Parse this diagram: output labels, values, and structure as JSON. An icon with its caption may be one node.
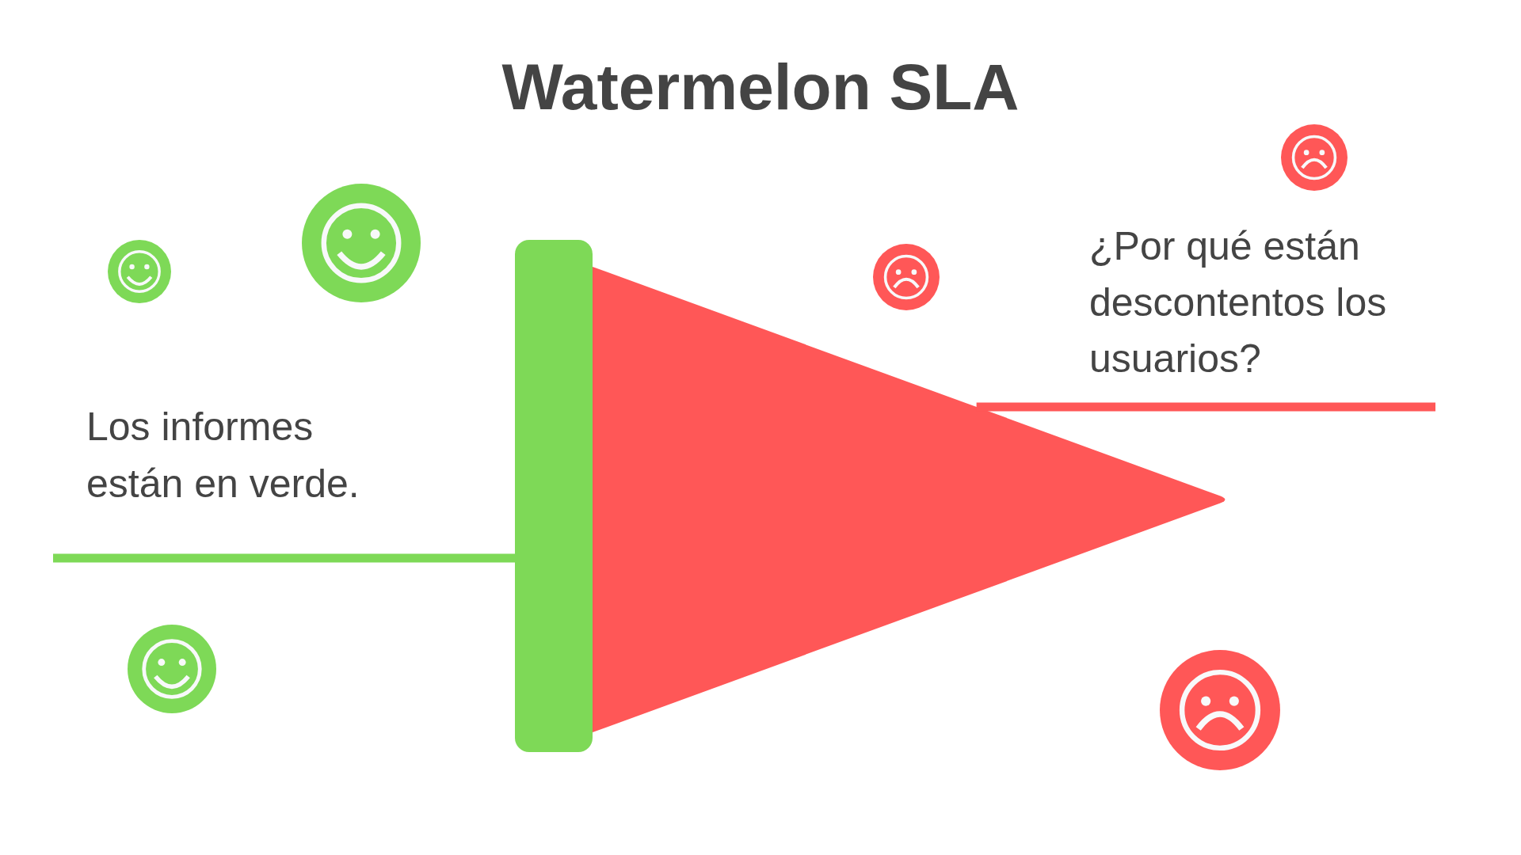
{
  "diagram": {
    "title": "Watermelon SLA",
    "nodes": [
      {
        "text": [
          "Los informes están en verde."
        ]
      },
      {
        "text": [],
        "shape": "bar"
      },
      {
        "text": [],
        "shape": "triangle"
      },
      {
        "text": [
          "¿Por qué están descontentos los usuarios?"
        ]
      }
    ],
    "edges": [
      {
        "from": 0,
        "to": 1,
        "arrow": "none",
        "color": "#7ed957"
      },
      {
        "from": 3,
        "to": 2,
        "arrow": "none",
        "color": "#ff5757"
      }
    ]
  }
}
